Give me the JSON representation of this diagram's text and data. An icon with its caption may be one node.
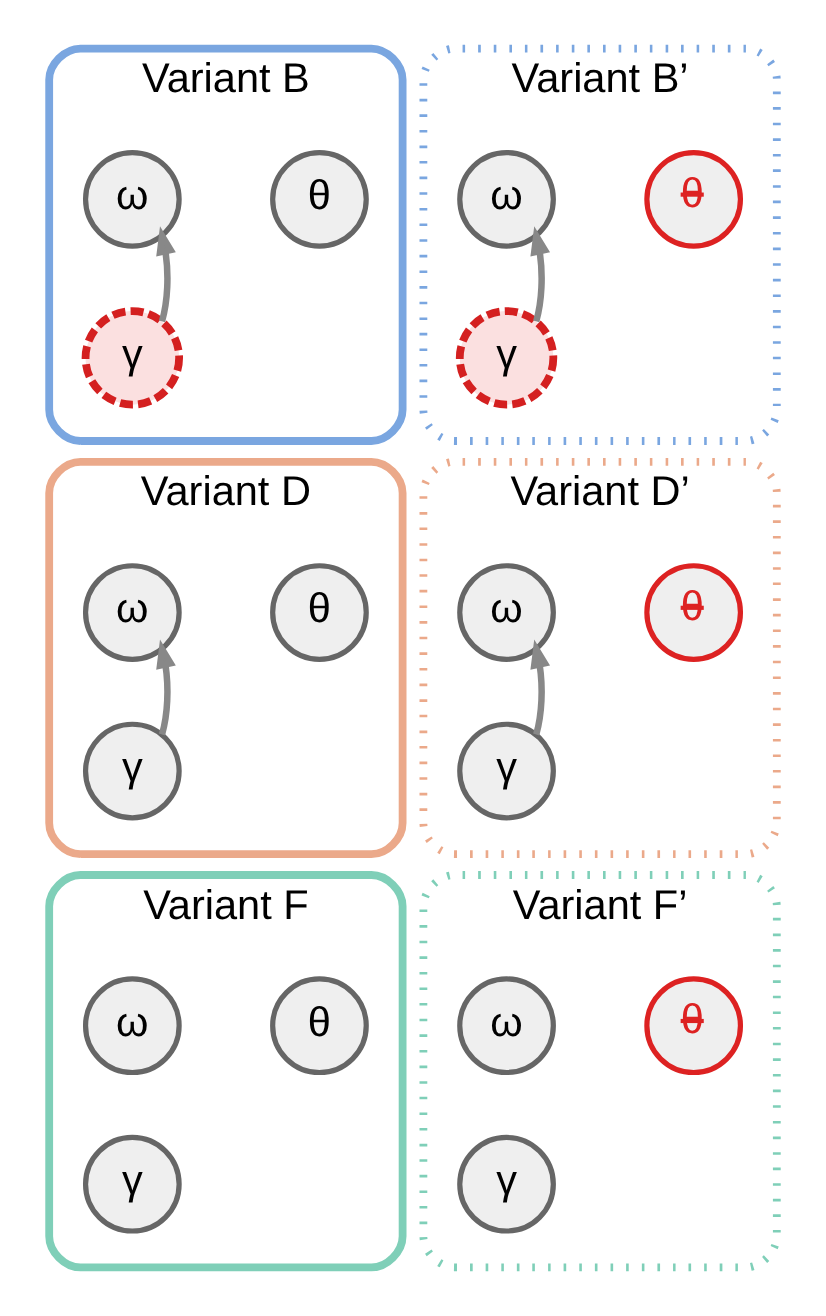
{
  "diagram": {
    "nodes": [
      {
        "text": [
          "Variant B"
        ]
      },
      {
        "text": [
          "θ"
        ],
        "in": 0
      },
      {
        "text": [
          "ω"
        ],
        "in": 0
      },
      {
        "text": [
          "γ"
        ],
        "in": 0
      },
      {
        "text": [
          "Variant B’"
        ]
      },
      {
        "text": [
          "θ"
        ],
        "in": 4
      },
      {
        "text": [
          "ω"
        ],
        "in": 4
      },
      {
        "text": [
          "γ"
        ],
        "in": 4
      },
      {
        "text": [
          "Variant D"
        ]
      },
      {
        "text": [
          "θ"
        ],
        "in": 8
      },
      {
        "text": [
          "ω"
        ],
        "in": 8
      },
      {
        "text": [
          "γ"
        ],
        "in": 8
      },
      {
        "text": [
          "Variant D’"
        ]
      },
      {
        "text": [
          "θ"
        ],
        "in": 12
      },
      {
        "text": [
          "ω"
        ],
        "in": 12
      },
      {
        "text": [
          "γ"
        ],
        "in": 12
      },
      {
        "text": [
          "Variant F"
        ]
      },
      {
        "text": [
          "θ"
        ],
        "in": 16
      },
      {
        "text": [
          "ω"
        ],
        "in": 16
      },
      {
        "text": [
          "γ"
        ],
        "in": 16
      },
      {
        "text": [
          "Variant F’"
        ]
      },
      {
        "text": [
          "θ"
        ],
        "in": 20
      },
      {
        "text": [
          "ω"
        ],
        "in": 20
      },
      {
        "text": [
          "γ"
        ],
        "in": 20
      }
    ],
    "edges": [
      {
        "from": 3,
        "to": 2,
        "arrow": "to"
      },
      {
        "from": 7,
        "to": 6,
        "arrow": "to"
      },
      {
        "from": 11,
        "to": 10,
        "arrow": "to"
      },
      {
        "from": 15,
        "to": 14,
        "arrow": "to"
      }
    ]
  }
}
